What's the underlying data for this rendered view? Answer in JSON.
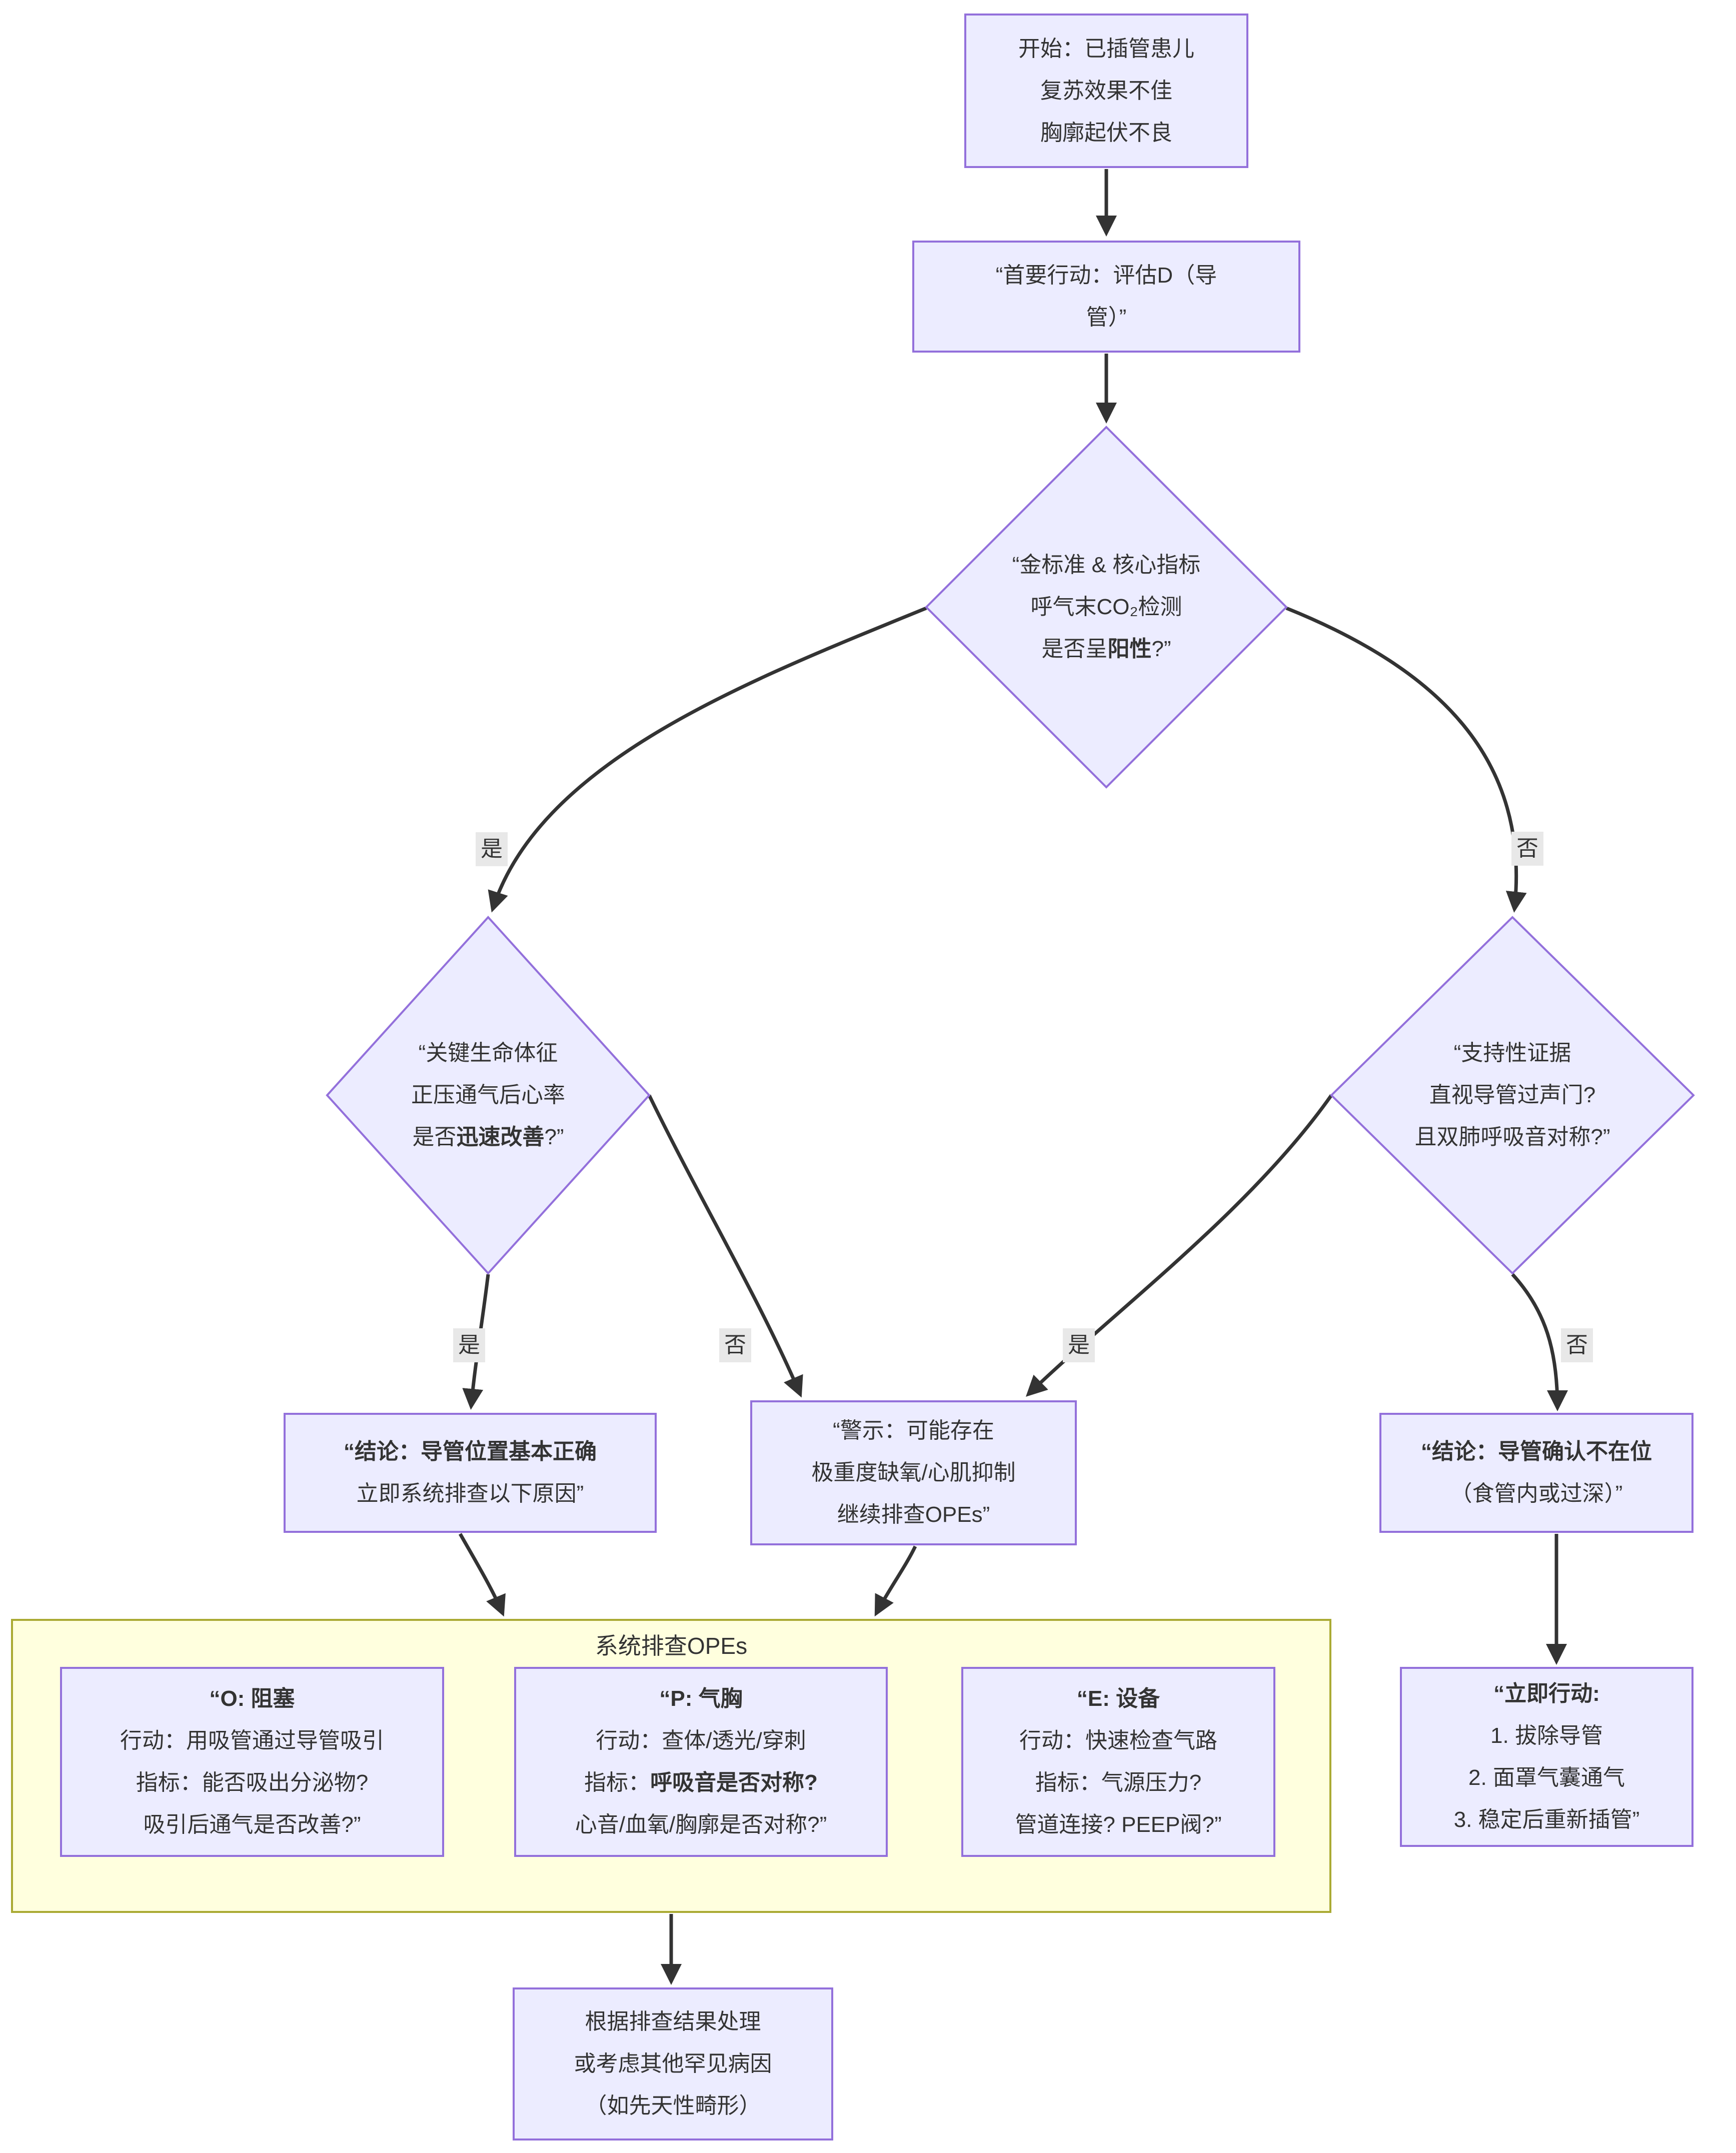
{
  "colors": {
    "node_fill": "#ECECFF",
    "node_border": "#9370DB",
    "cluster_fill": "#FFFFDE",
    "cluster_border": "#AAAA33",
    "edge": "#333333",
    "edge_label_bg": "#E8E8E8",
    "text": "#333333",
    "background": "#FFFFFF"
  },
  "subgraph": {
    "title": "系统排查OPEs"
  },
  "edge_labels": {
    "yes1": "是",
    "no1": "否",
    "yes2": "是",
    "no2": "否",
    "yes3": "是",
    "no3": "否"
  },
  "nodes": {
    "start": {
      "lines": [
        [
          {
            "t": "开始：已插管患儿"
          }
        ],
        [
          {
            "t": "复苏效果不佳"
          }
        ],
        [
          {
            "t": "胸廓起伏不良"
          }
        ]
      ]
    },
    "primary_action": {
      "lines": [
        [
          {
            "t": "“首要行动：评估D（导"
          }
        ],
        [
          {
            "t": "管）”"
          }
        ]
      ]
    },
    "co2_decision": {
      "lines": [
        [
          {
            "t": "“金标准 & 核心指标"
          }
        ],
        [
          {
            "t": "呼气末CO₂检测"
          }
        ],
        [
          {
            "t": "是否呈"
          },
          {
            "t": "阳性",
            "b": true
          },
          {
            "t": "?”"
          }
        ]
      ]
    },
    "vitals_decision": {
      "lines": [
        [
          {
            "t": "“关键生命体征"
          }
        ],
        [
          {
            "t": "正压通气后心率"
          }
        ],
        [
          {
            "t": "是否"
          },
          {
            "t": "迅速改善",
            "b": true
          },
          {
            "t": "?”"
          }
        ]
      ]
    },
    "evidence_decision": {
      "lines": [
        [
          {
            "t": "“支持性证据"
          }
        ],
        [
          {
            "t": "直视导管过声门?"
          }
        ],
        [
          {
            "t": "且双肺呼吸音对称?”"
          }
        ]
      ]
    },
    "conclusion_correct": {
      "lines": [
        [
          {
            "t": "“结论：导管位置基本正确",
            "b": true
          }
        ],
        [
          {
            "t": "立即系统排查以下原因”"
          }
        ]
      ]
    },
    "warning": {
      "lines": [
        [
          {
            "t": "“警示：可能存在"
          }
        ],
        [
          {
            "t": "极重度缺氧/心肌抑制"
          }
        ],
        [
          {
            "t": "继续排查OPEs”"
          }
        ]
      ]
    },
    "conclusion_misplaced": {
      "lines": [
        [
          {
            "t": "“结论：导管确认不在位",
            "b": true
          }
        ],
        [
          {
            "t": "（食管内或过深）”"
          }
        ]
      ]
    },
    "o_box": {
      "lines": [
        [
          {
            "t": "“O: 阻塞",
            "b": true
          }
        ],
        [
          {
            "t": "行动：用吸管通过导管吸引"
          }
        ],
        [
          {
            "t": "指标：能否吸出分泌物?"
          }
        ],
        [
          {
            "t": "吸引后通气是否改善?”"
          }
        ]
      ]
    },
    "p_box": {
      "lines": [
        [
          {
            "t": "“P: 气胸",
            "b": true
          }
        ],
        [
          {
            "t": "行动：查体/透光/穿刺"
          }
        ],
        [
          {
            "t": "指标："
          },
          {
            "t": "呼吸音是否对称?",
            "b": true
          }
        ],
        [
          {
            "t": "心音/血氧/胸廓是否对称?”"
          }
        ]
      ]
    },
    "e_box": {
      "lines": [
        [
          {
            "t": "“E: 设备",
            "b": true
          }
        ],
        [
          {
            "t": "行动：快速检查气路"
          }
        ],
        [
          {
            "t": "指标：气源压力?"
          }
        ],
        [
          {
            "t": "管道连接? PEEP阀?”"
          }
        ]
      ]
    },
    "immediate_action": {
      "lines": [
        [
          {
            "t": "“立即行动:",
            "b": true
          }
        ],
        [
          {
            "t": "1. 拔除导管"
          }
        ],
        [
          {
            "t": "2. 面罩气囊通气"
          }
        ],
        [
          {
            "t": "3. 稳定后重新插管”"
          }
        ]
      ]
    },
    "final_box": {
      "lines": [
        [
          {
            "t": "根据排查结果处理"
          }
        ],
        [
          {
            "t": "或考虑其他罕见病因"
          }
        ],
        [
          {
            "t": "（如先天性畸形）"
          }
        ]
      ]
    }
  }
}
